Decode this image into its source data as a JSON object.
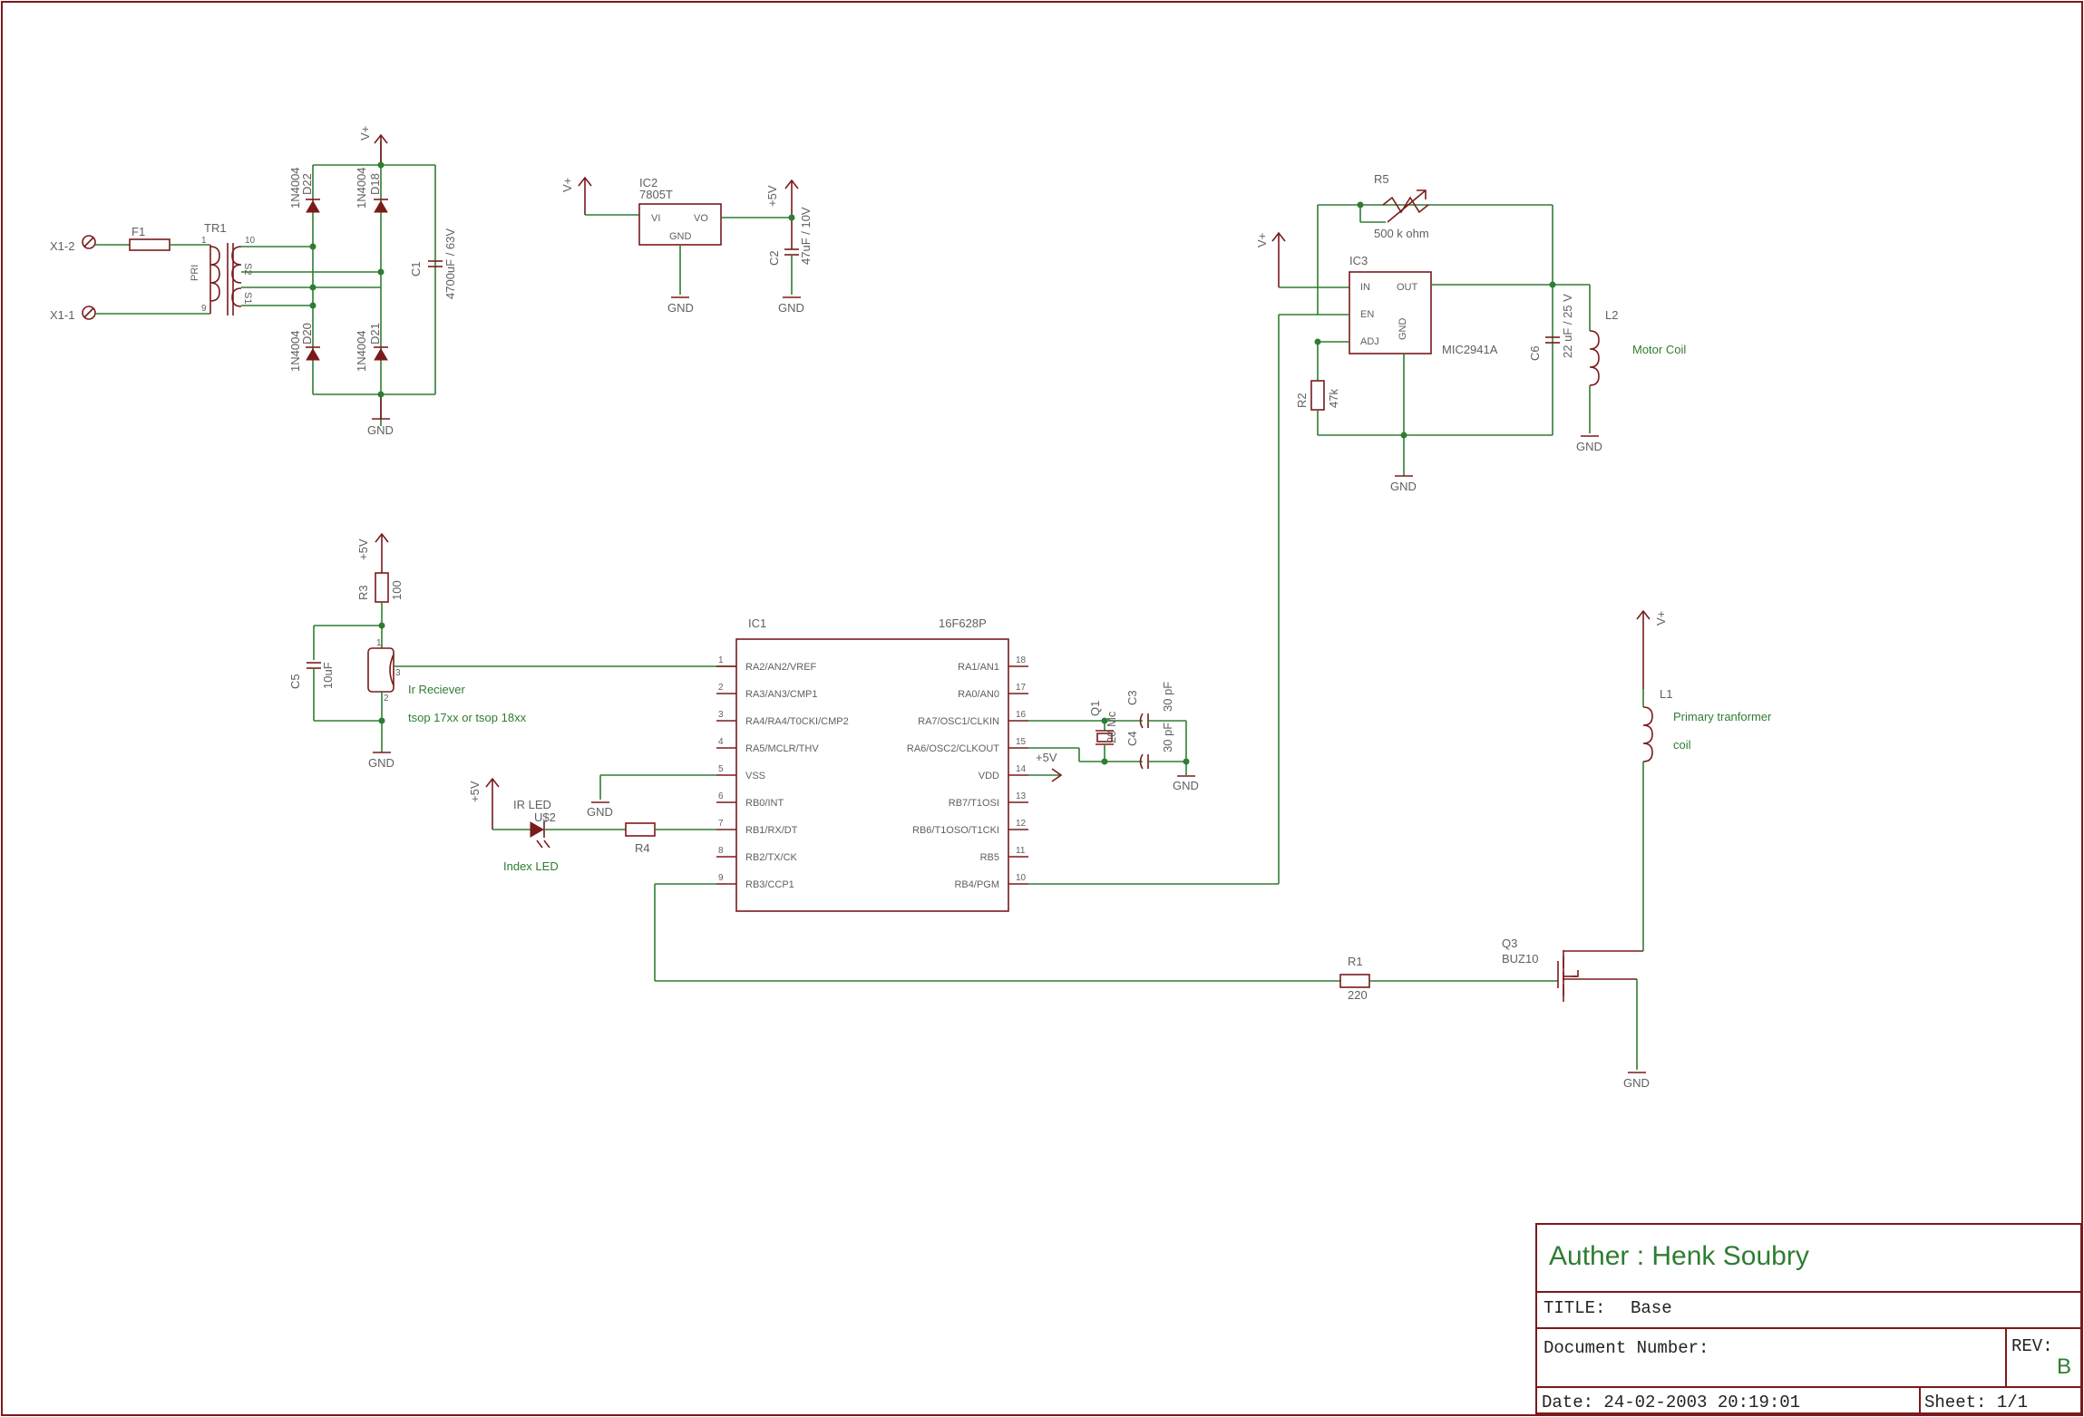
{
  "title_block": {
    "author": "Auther : Henk Soubry",
    "title_label": "TITLE:",
    "title_value": "Base",
    "doc_label": "Document Number:",
    "rev_label": "REV:",
    "rev_value": "B",
    "date": "Date: 24-02-2003 20:19:01",
    "sheet": "Sheet: 1/1"
  },
  "labels": {
    "x1_2": "X1-2",
    "x1_1": "X1-1",
    "f1": "F1",
    "tr1": "TR1",
    "pri": "PRI",
    "pin1": "1",
    "pin10": "10",
    "pin9": "9",
    "s2": "S2",
    "s1": "S1",
    "vplus": "V+",
    "gnd": "GND",
    "p5v": "+5V",
    "d22": "D22",
    "d18": "D18",
    "d20": "D20",
    "d21": "D21",
    "n4004": "1N4004",
    "c1": "C1",
    "c1v": "4700uF / 63V",
    "ic2": "IC2",
    "ic2v": "7805T",
    "vi": "VI",
    "vo": "VO",
    "gndpin": "GND",
    "c2": "C2",
    "c2v": "47uF / 10V",
    "r5": "R5",
    "r5v": "500 k ohm",
    "ic3": "IC3",
    "ic3v": "MIC2941A",
    "in": "IN",
    "en": "EN",
    "adj": "ADJ",
    "out": "OUT",
    "r2": "R2",
    "r2v": "47k",
    "c6": "C6",
    "c6v": "22 uF / 25 V",
    "l2": "L2",
    "motor": "Motor Coil",
    "r3": "R3",
    "r3v": "100",
    "c5": "C5",
    "c5v": "10uF",
    "ir": "Ir Reciever",
    "tsop": "tsop 17xx or tsop 18xx",
    "ic1": "IC1",
    "ic1v": "16F628P",
    "ra2": "RA2/AN2/VREF",
    "ra3": "RA3/AN3/CMP1",
    "ra4": "RA4/RA4/T0CKI/CMP2",
    "ra5": "RA5/MCLR/THV",
    "vss": "VSS",
    "rb0": "RB0/INT",
    "rb1": "RB1/RX/DT",
    "rb2": "RB2/TX/CK",
    "rb3": "RB3/CCP1",
    "ra1": "RA1/AN1",
    "ra0": "RA0/AN0",
    "ra7": "RA7/OSC1/CLKIN",
    "ra6": "RA6/OSC2/CLKOUT",
    "vdd": "VDD",
    "rb7": "RB7/T1OSI",
    "rb6": "RB6/T1OSO/T1CKI",
    "rb5": "RB5",
    "rb4": "RB4/PGM",
    "q1": "Q1",
    "q1v": "20 Mc",
    "c3": "C3",
    "c4": "C4",
    "c30": "30 pF",
    "irled": "IR LED",
    "u2": "U$2",
    "idx": "Index LED",
    "r4": "R4",
    "l1": "L1",
    "prim1": "Primary tranformer",
    "prim2": "coil",
    "q3": "Q3",
    "q3v": "BUZ10",
    "r1": "R1",
    "r1v": "220"
  },
  "pins_left": [
    "1",
    "2",
    "3",
    "4",
    "5",
    "6",
    "7",
    "8",
    "9"
  ],
  "pins_right": [
    "18",
    "17",
    "16",
    "15",
    "14",
    "13",
    "12",
    "11",
    "10"
  ]
}
